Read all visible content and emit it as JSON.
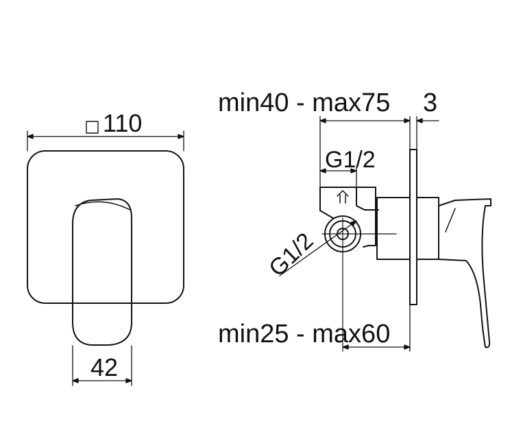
{
  "dimensions": {
    "plate_size": "110",
    "plate_size_symbol": "□",
    "lever_width": "42",
    "depth_range_top": "min40 - max75",
    "plate_thickness": "3",
    "thread_top": "G1/2",
    "thread_side": "G1/2",
    "depth_range_bottom": "min25 - max60"
  },
  "colors": {
    "line": "#111111",
    "background": "#ffffff"
  }
}
